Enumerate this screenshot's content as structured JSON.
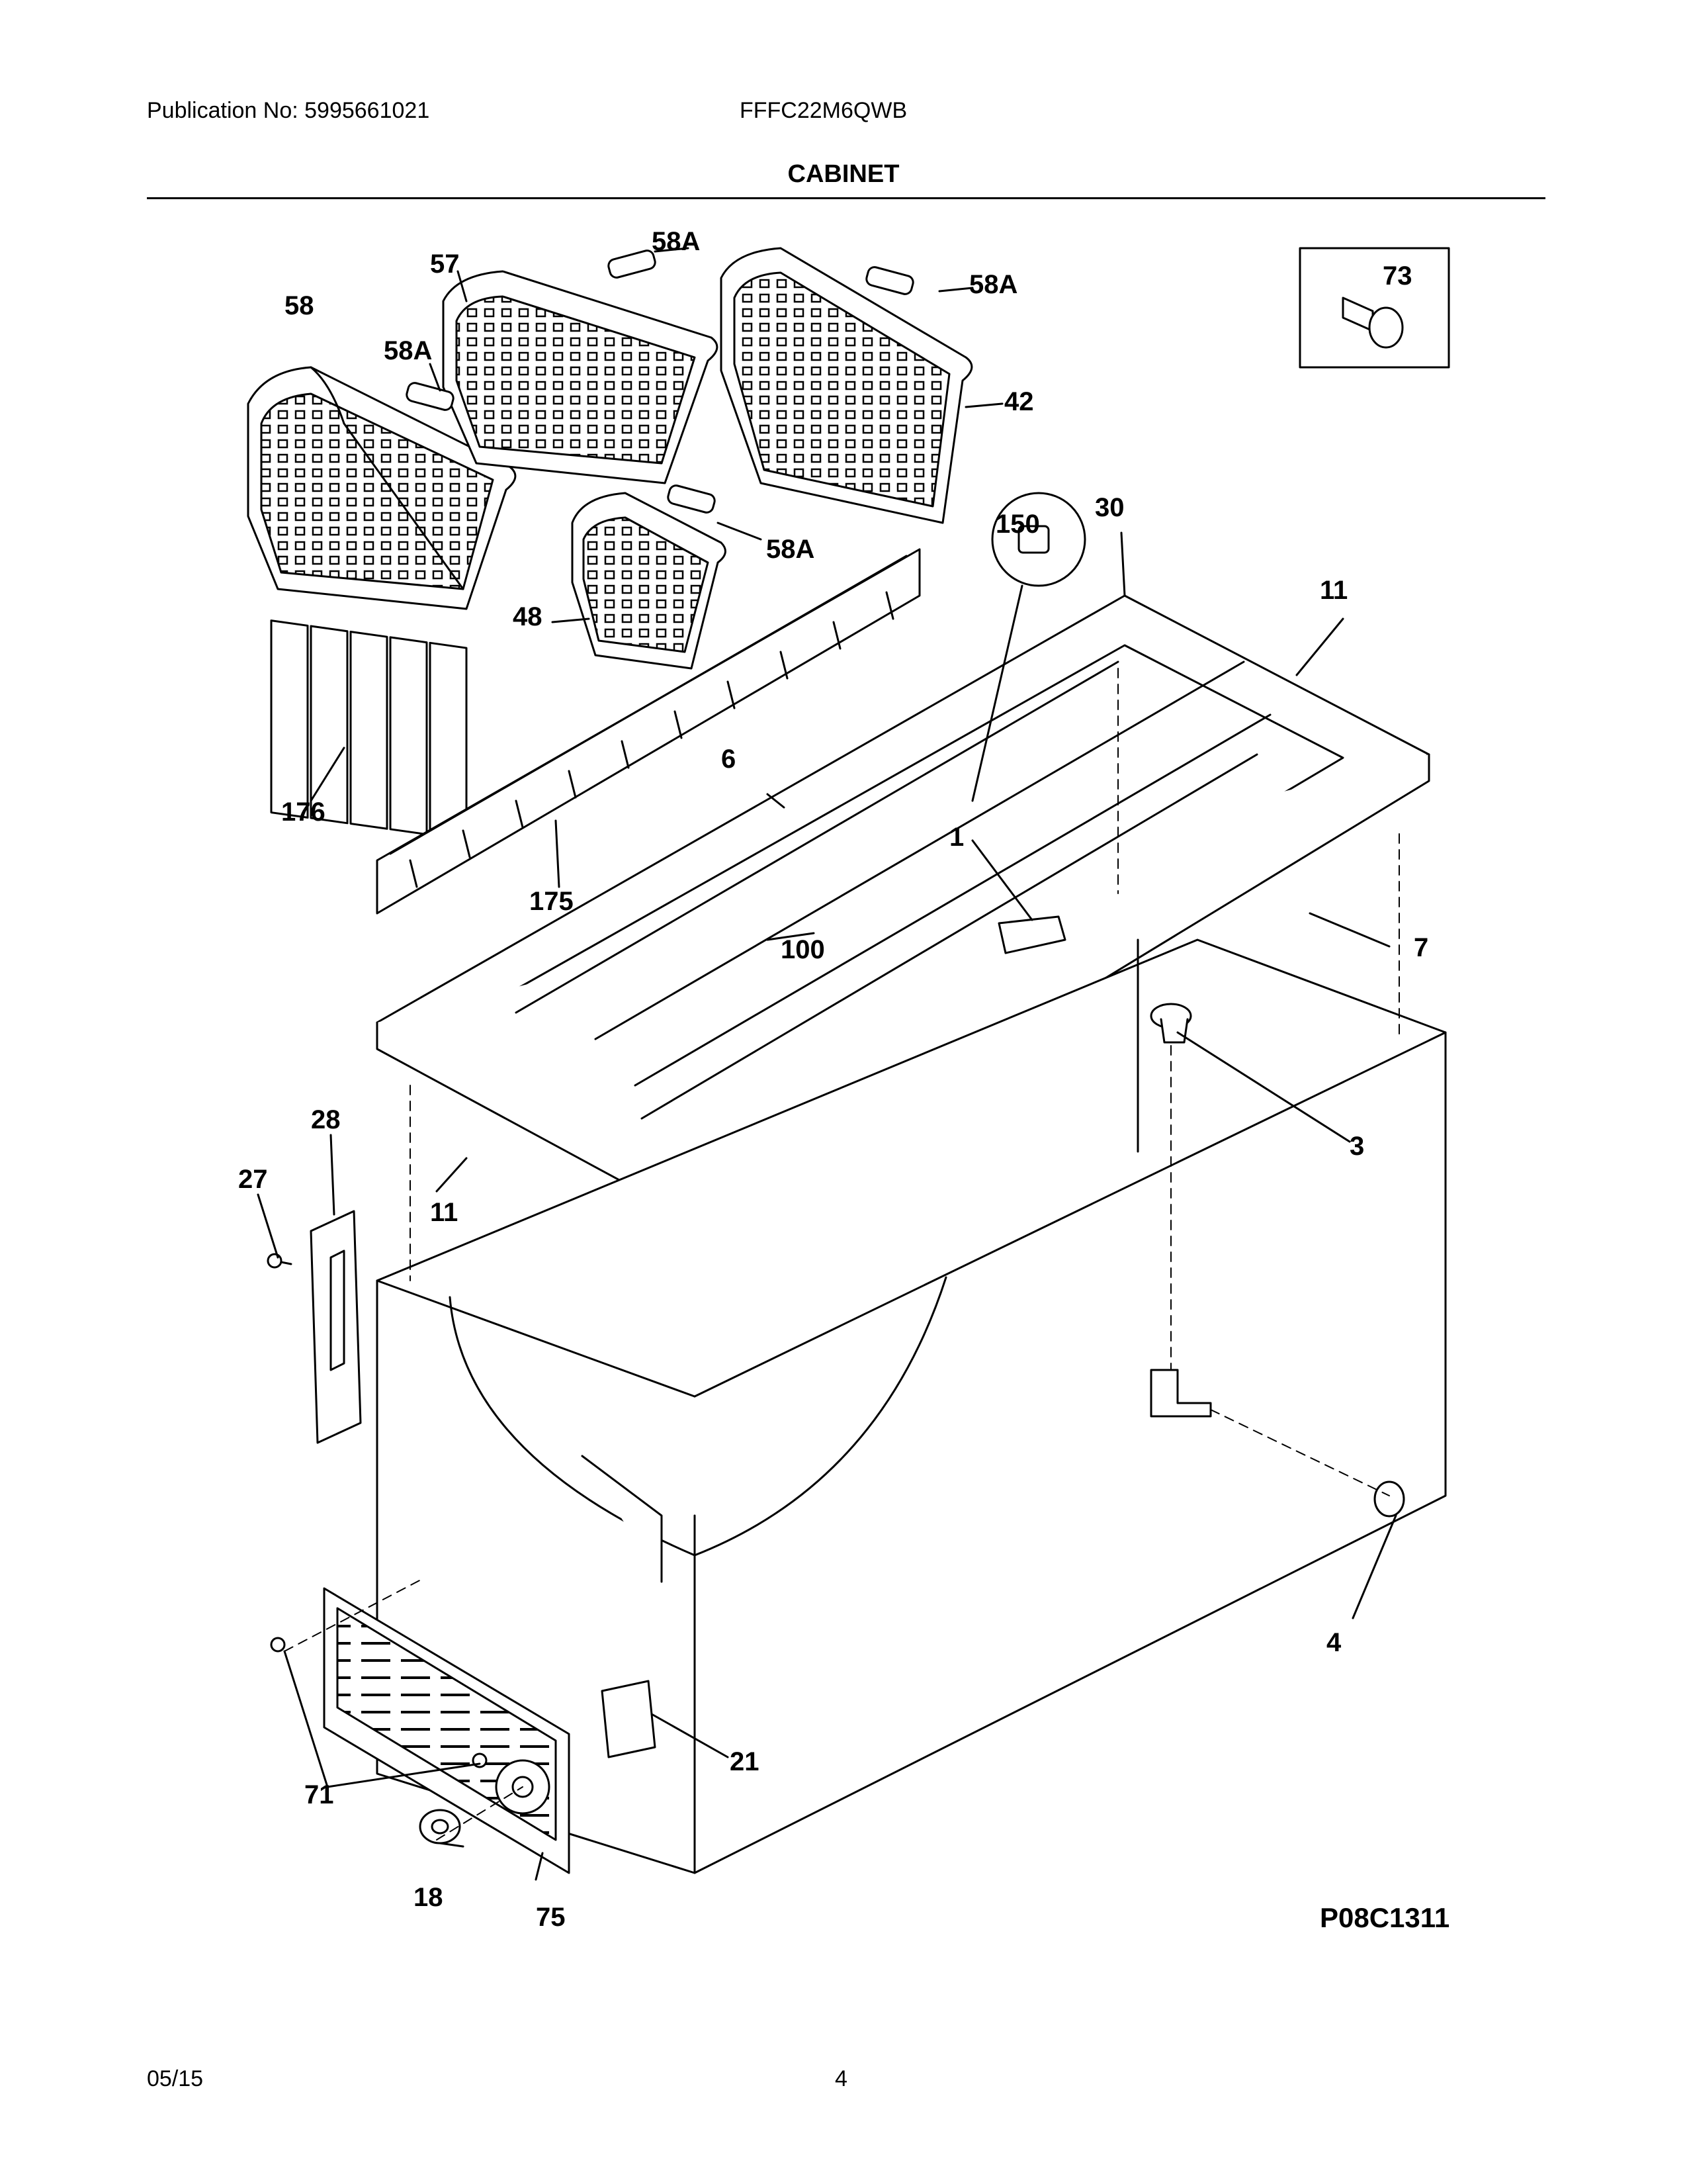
{
  "header": {
    "publication": "Publication No: 5995661021",
    "model": "FFFC22M6QWB",
    "section_title": "CABINET"
  },
  "diagram_code": "P08C1311",
  "callouts": {
    "c1": "1",
    "c3": "3",
    "c4": "4",
    "c6": "6",
    "c7": "7",
    "c11a": "11",
    "c11b": "11",
    "c18": "18",
    "c21": "21",
    "c27": "27",
    "c28": "28",
    "c30": "30",
    "c42": "42",
    "c48": "48",
    "c57": "57",
    "c58": "58",
    "c58a1": "58A",
    "c58a2": "58A",
    "c58a3": "58A",
    "c58a4": "58A",
    "c71": "71",
    "c73": "73",
    "c75": "75",
    "c100": "100",
    "c150": "150",
    "c175": "175",
    "c176": "176"
  },
  "footer": {
    "date": "05/15",
    "page": "4"
  }
}
